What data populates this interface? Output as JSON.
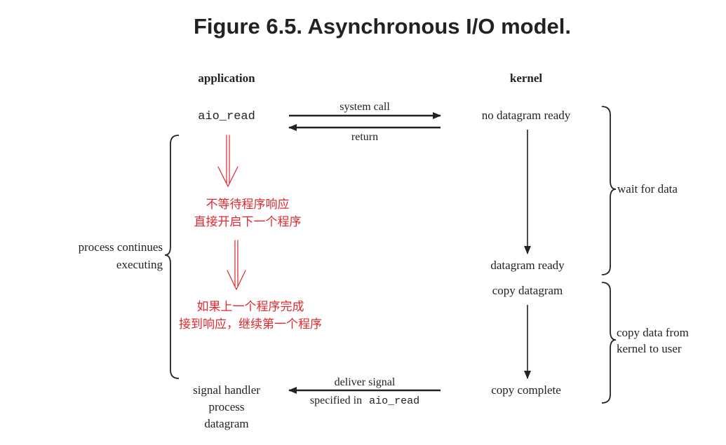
{
  "figure": {
    "title": "Figure 6.5. Asynchronous I/O model."
  },
  "columns": {
    "application": "application",
    "kernel": "kernel"
  },
  "application": {
    "call": "aio_read",
    "continue_line1": "process continues",
    "continue_line2": "executing",
    "handler_line1": "signal handler",
    "handler_line2": "process",
    "handler_line3": "datagram"
  },
  "arrows": {
    "system_call": "system call",
    "return": "return",
    "deliver_signal": "deliver signal",
    "specified_in": "specified in",
    "specified_code": "aio_read"
  },
  "kernel": {
    "no_datagram": "no datagram ready",
    "datagram_ready": "datagram ready",
    "copy_datagram": "copy datagram",
    "copy_complete": "copy complete"
  },
  "phases": {
    "wait": "wait for data",
    "copy_line1": "copy data from",
    "copy_line2": "kernel to user"
  },
  "annotations": {
    "note1_line1": "不等待程序响应",
    "note1_line2": "直接开启下一个程序",
    "note2_line1": "如果上一个程序完成",
    "note2_line2": "接到响应，继续第一个程序"
  },
  "colors": {
    "ink": "#222222",
    "annotation": "#e0282e"
  }
}
